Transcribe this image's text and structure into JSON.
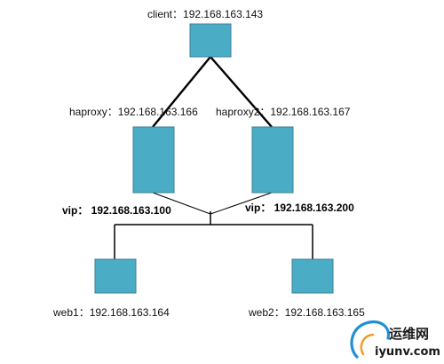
{
  "nodes": {
    "client": {
      "label": "client：192.168.163.143"
    },
    "haproxy1": {
      "label": "haproxy：192.168.163.166"
    },
    "haproxy2": {
      "label": "haproxy2：192.168.163.167"
    },
    "web1": {
      "label": "web1：192.168.163.164"
    },
    "web2": {
      "label": "web2：192.168.163.165"
    }
  },
  "vips": {
    "left": {
      "label": "vip：  192.168.163.100"
    },
    "right": {
      "label": "vip：  192.168.163.200"
    }
  },
  "watermark": {
    "title": "运维网",
    "url": "iyunv.com"
  },
  "colors": {
    "box_fill": "#4bacc6",
    "box_stroke": "#3d7f95",
    "line": "#000000",
    "logo_blue": "#1f8fd6",
    "logo_orange": "#f39a1e"
  }
}
